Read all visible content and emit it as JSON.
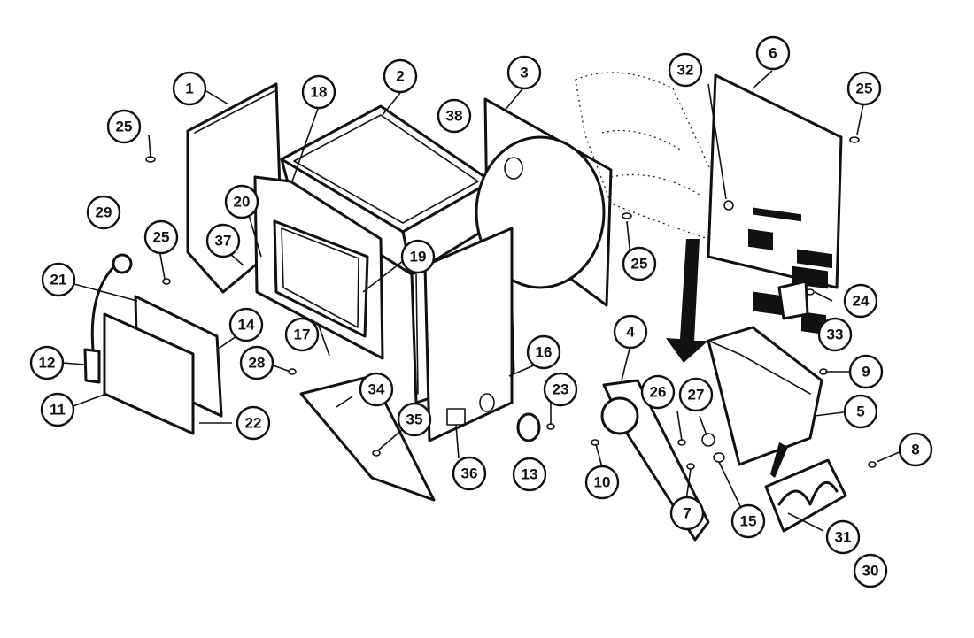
{
  "callouts": [
    {
      "id": "c1",
      "label": "1"
    },
    {
      "id": "c2",
      "label": "2"
    },
    {
      "id": "c3",
      "label": "3"
    },
    {
      "id": "c4",
      "label": "4"
    },
    {
      "id": "c5",
      "label": "5"
    },
    {
      "id": "c6",
      "label": "6"
    },
    {
      "id": "c7",
      "label": "7"
    },
    {
      "id": "c8",
      "label": "8"
    },
    {
      "id": "c9",
      "label": "9"
    },
    {
      "id": "c10",
      "label": "10"
    },
    {
      "id": "c11",
      "label": "11"
    },
    {
      "id": "c12",
      "label": "12"
    },
    {
      "id": "c13",
      "label": "13"
    },
    {
      "id": "c14",
      "label": "14"
    },
    {
      "id": "c15",
      "label": "15"
    },
    {
      "id": "c16",
      "label": "16"
    },
    {
      "id": "c17",
      "label": "17"
    },
    {
      "id": "c18",
      "label": "18"
    },
    {
      "id": "c19",
      "label": "19"
    },
    {
      "id": "c20",
      "label": "20"
    },
    {
      "id": "c21",
      "label": "21"
    },
    {
      "id": "c22",
      "label": "22"
    },
    {
      "id": "c23",
      "label": "23"
    },
    {
      "id": "c24",
      "label": "24"
    },
    {
      "id": "c25a",
      "label": "25"
    },
    {
      "id": "c25b",
      "label": "25"
    },
    {
      "id": "c25c",
      "label": "25"
    },
    {
      "id": "c25d",
      "label": "25"
    },
    {
      "id": "c26",
      "label": "26"
    },
    {
      "id": "c27",
      "label": "27"
    },
    {
      "id": "c28",
      "label": "28"
    },
    {
      "id": "c29",
      "label": "29"
    },
    {
      "id": "c30",
      "label": "30"
    },
    {
      "id": "c31",
      "label": "31"
    },
    {
      "id": "c32",
      "label": "32"
    },
    {
      "id": "c33",
      "label": "33"
    },
    {
      "id": "c34",
      "label": "34"
    },
    {
      "id": "c35",
      "label": "35"
    },
    {
      "id": "c36",
      "label": "36"
    },
    {
      "id": "c37",
      "label": "37"
    },
    {
      "id": "c38",
      "label": "38"
    }
  ]
}
